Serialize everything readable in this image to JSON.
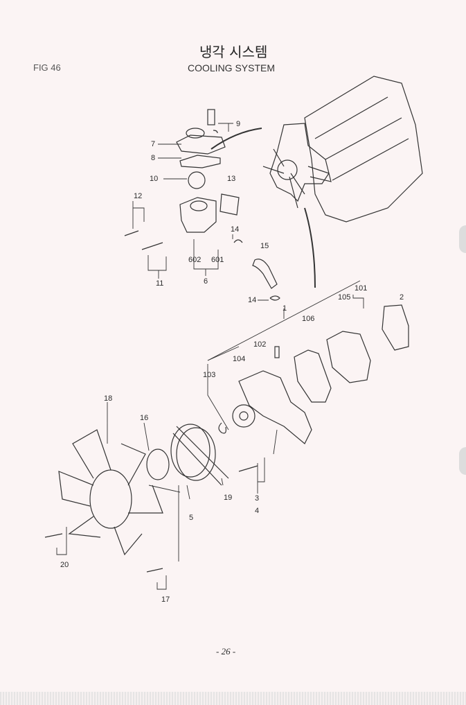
{
  "header": {
    "figure_number": "FIG 46",
    "title_korean": "냉각 시스템",
    "title_english": "COOLING SYSTEM"
  },
  "callouts": {
    "c9": "9",
    "c7": "7",
    "c8": "8",
    "c10": "10",
    "c13": "13",
    "c12": "12",
    "c14a": "14",
    "c11": "11",
    "c602": "602",
    "c601": "601",
    "c6": "6",
    "c15": "15",
    "c14b": "14",
    "c1": "1",
    "c101": "101",
    "c105": "105",
    "c2": "2",
    "c106": "106",
    "c102": "102",
    "c104": "104",
    "c103": "103",
    "c18": "18",
    "c16": "16",
    "c19": "19",
    "c3": "3",
    "c4": "4",
    "c5": "5",
    "c20": "20",
    "c17": "17"
  },
  "footer": {
    "page_number": "- 26 -"
  }
}
